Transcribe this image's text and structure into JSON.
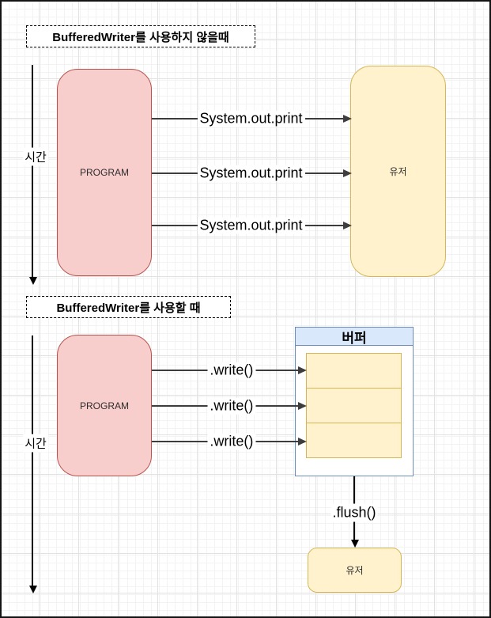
{
  "diagram": {
    "section1": {
      "title": "BufferedWriter를 사용하지 않을때",
      "time_label": "시간",
      "program_label": "PROGRAM",
      "user_label": "유저",
      "arrows": [
        "System.out.print",
        "System.out.print",
        "System.out.print"
      ]
    },
    "section2": {
      "title": "BufferedWriter를 사용할 때",
      "time_label": "시간",
      "program_label": "PROGRAM",
      "buffer_title": "버퍼",
      "arrows": [
        ".write()",
        ".write()",
        ".write()"
      ],
      "flush_label": ".flush()",
      "user_label": "유저"
    },
    "colors": {
      "program_fill": "#f8cecc",
      "program_border": "#b85450",
      "user_fill": "#fff2cc",
      "user_border": "#d6b656",
      "buffer_header_fill": "#dae8fc",
      "buffer_border": "#6c8ebf",
      "arrow_color": "#3d3d3d"
    }
  }
}
